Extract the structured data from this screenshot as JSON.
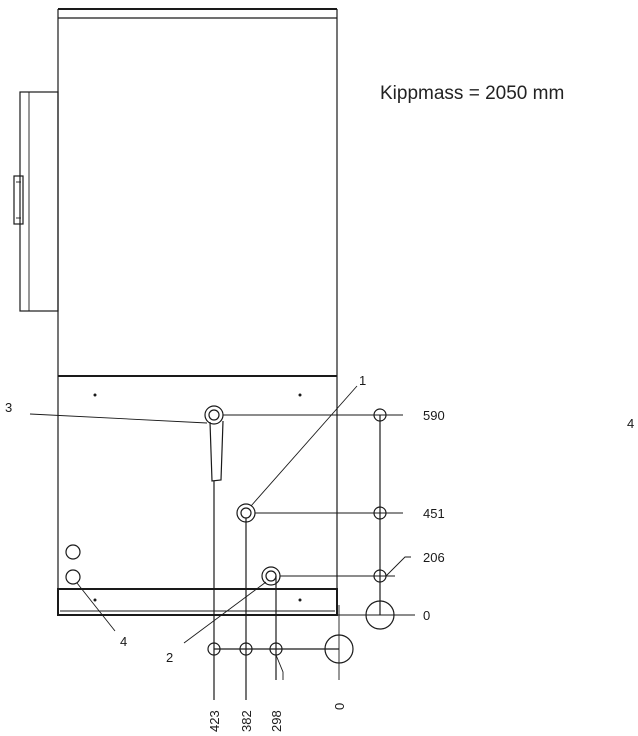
{
  "title": "Kippmass = 2050 mm",
  "callouts": {
    "c1": "1",
    "c2": "2",
    "c3": "3",
    "c4": "4",
    "c4_edge": "4"
  },
  "dimensions_vertical": [
    "590",
    "451",
    "206",
    "0"
  ],
  "dimensions_horizontal": [
    "423",
    "382",
    "298",
    "0"
  ],
  "colors": {
    "ink": "#1a1a1a",
    "background": "#ffffff"
  }
}
